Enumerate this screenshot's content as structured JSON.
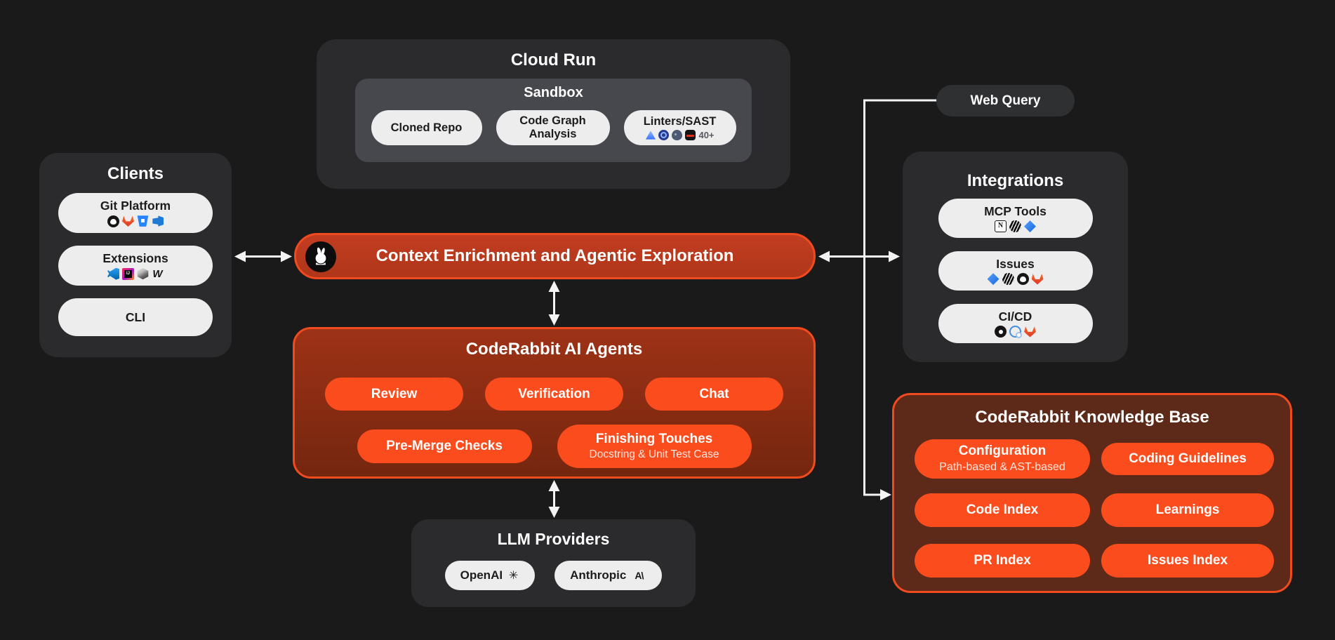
{
  "palette": {
    "background": "#1a1a1b",
    "panel": "#2b2b2e",
    "panel_light": "#47484d",
    "pill_light": "#ededed",
    "accent_border": "#f04a1f",
    "accent_pill": "#fb4c1d",
    "context_fill": "#bc3a20",
    "agents_fill_top": "#9e3216",
    "agents_fill_bottom": "#74260f",
    "knowledge_base_fill": "#5d2a19",
    "connector_line": "#f4f4f4"
  },
  "cloud_run": {
    "title": "Cloud Run",
    "sandbox": {
      "title": "Sandbox",
      "pills": [
        {
          "label": "Cloned Repo"
        },
        {
          "label": "Code Graph Analysis"
        },
        {
          "label": "Linters/SAST",
          "icons": [
            "biome",
            "oxc",
            "pmd",
            "sast"
          ],
          "more": "40+"
        }
      ]
    }
  },
  "clients": {
    "title": "Clients",
    "pills": [
      {
        "label": "Git Platform",
        "icons": [
          "github",
          "gitlab",
          "bitbucket",
          "azure-devops"
        ]
      },
      {
        "label": "Extensions",
        "icons": [
          "vscode",
          "intellij",
          "cursor",
          "windsurf"
        ]
      },
      {
        "label": "CLI"
      }
    ]
  },
  "context_bar": {
    "label": "Context Enrichment and Agentic Exploration",
    "icon": "coderabbit-logo"
  },
  "agents": {
    "title": "CodeRabbit AI Agents",
    "row1": [
      {
        "label": "Review"
      },
      {
        "label": "Verification"
      },
      {
        "label": "Chat"
      }
    ],
    "row2": [
      {
        "label": "Pre-Merge Checks"
      },
      {
        "label": "Finishing Touches",
        "sublabel": "Docstring & Unit Test Case"
      }
    ]
  },
  "llm": {
    "title": "LLM Providers",
    "pills": [
      {
        "label": "OpenAI",
        "icon": "openai"
      },
      {
        "label": "Anthropic",
        "icon": "anthropic"
      }
    ]
  },
  "web_query": {
    "label": "Web Query"
  },
  "integrations": {
    "title": "Integrations",
    "pills": [
      {
        "label": "MCP Tools",
        "icons": [
          "notion",
          "linear",
          "jira"
        ]
      },
      {
        "label": "Issues",
        "icons": [
          "jira",
          "linear",
          "github",
          "gitlab"
        ]
      },
      {
        "label": "CI/CD",
        "icons": [
          "circleci",
          "github-actions",
          "gitlab"
        ]
      }
    ]
  },
  "knowledge_base": {
    "title": "CodeRabbit Knowledge Base",
    "pills": [
      {
        "label": "Configuration",
        "sublabel": "Path-based & AST-based"
      },
      {
        "label": "Coding Guidelines"
      },
      {
        "label": "Code Index"
      },
      {
        "label": "Learnings"
      },
      {
        "label": "PR Index"
      },
      {
        "label": "Issues Index"
      }
    ]
  }
}
